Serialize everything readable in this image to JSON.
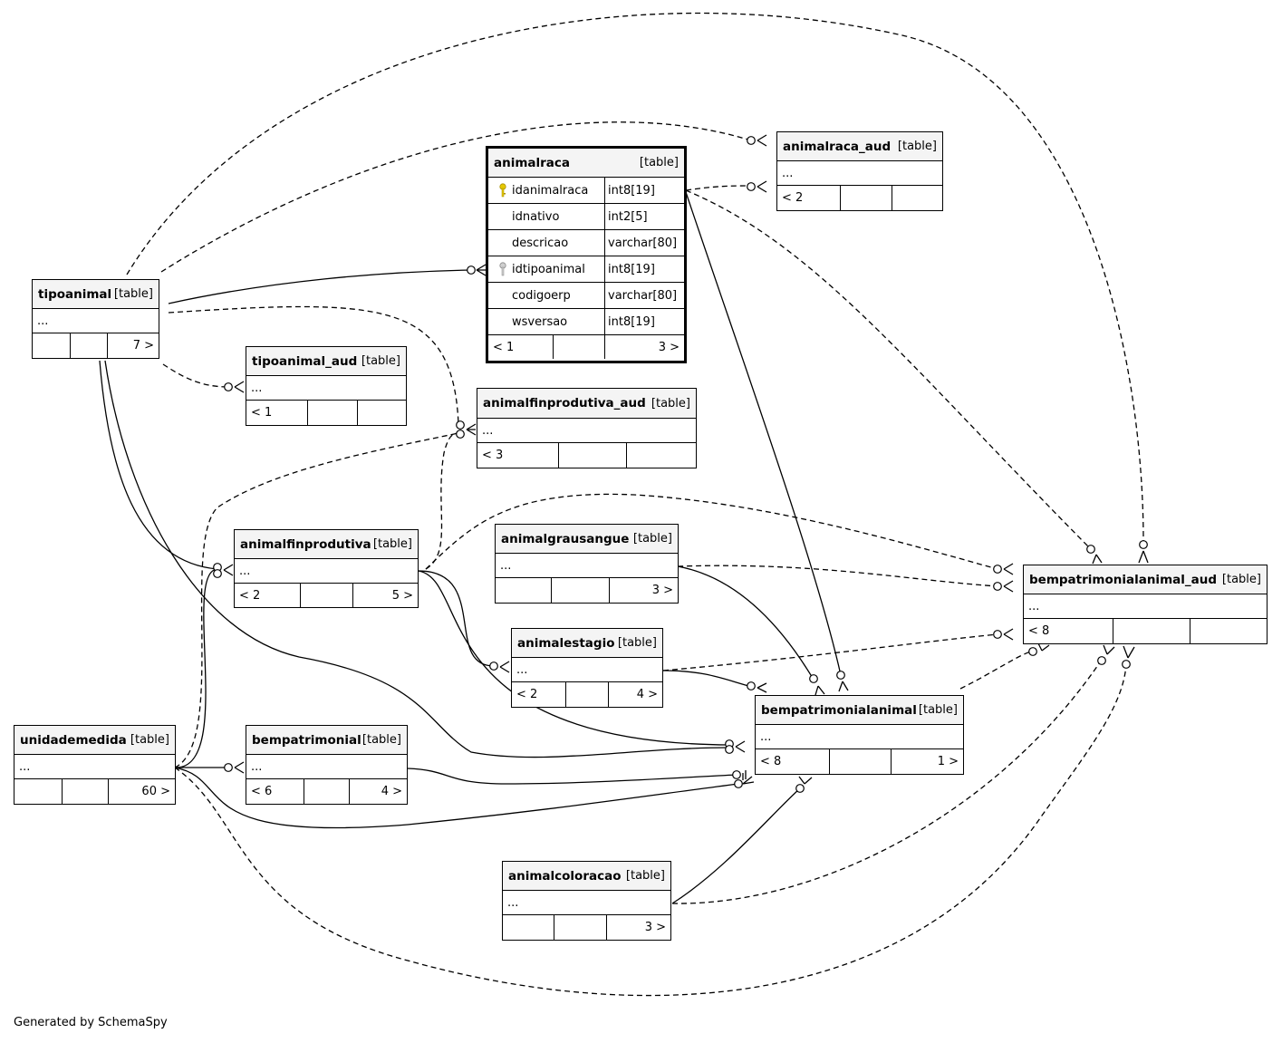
{
  "footer": "Generated by SchemaSpy",
  "tables": {
    "animalraca": {
      "name": "animalraca",
      "type": "[table]",
      "columns": [
        {
          "name": "idanimalraca",
          "type": "int8[19]",
          "icon": "primary-key-icon"
        },
        {
          "name": "idnativo",
          "type": "int2[5]",
          "icon": ""
        },
        {
          "name": "descricao",
          "type": "varchar[80]",
          "icon": ""
        },
        {
          "name": "idtipoanimal",
          "type": "int8[19]",
          "icon": "foreign-key-icon"
        },
        {
          "name": "codigoerp",
          "type": "varchar[80]",
          "icon": ""
        },
        {
          "name": "wsversao",
          "type": "int8[19]",
          "icon": ""
        }
      ],
      "foot": [
        "< 1",
        "",
        "3 >"
      ]
    },
    "animalraca_aud": {
      "name": "animalraca_aud",
      "type": "[table]",
      "ellipsis": "...",
      "foot": [
        "< 2",
        "",
        ""
      ]
    },
    "tipoanimal": {
      "name": "tipoanimal",
      "type": "[table]",
      "ellipsis": "...",
      "foot": [
        "",
        "",
        "7 >"
      ]
    },
    "tipoanimal_aud": {
      "name": "tipoanimal_aud",
      "type": "[table]",
      "ellipsis": "...",
      "foot": [
        "< 1",
        "",
        ""
      ]
    },
    "animalfinprodutiva_aud": {
      "name": "animalfinprodutiva_aud",
      "type": "[table]",
      "ellipsis": "...",
      "foot": [
        "< 3",
        "",
        ""
      ]
    },
    "animalfinprodutiva": {
      "name": "animalfinprodutiva",
      "type": "[table]",
      "ellipsis": "...",
      "foot": [
        "< 2",
        "",
        "5 >"
      ]
    },
    "animalgrausangue": {
      "name": "animalgrausangue",
      "type": "[table]",
      "ellipsis": "...",
      "foot": [
        "",
        "",
        "3 >"
      ]
    },
    "bempatrimonialanimal_aud": {
      "name": "bempatrimonialanimal_aud",
      "type": "[table]",
      "ellipsis": "...",
      "foot": [
        "< 8",
        "",
        ""
      ]
    },
    "animalestagio": {
      "name": "animalestagio",
      "type": "[table]",
      "ellipsis": "...",
      "foot": [
        "< 2",
        "",
        "4 >"
      ]
    },
    "bempatrimonialanimal": {
      "name": "bempatrimonialanimal",
      "type": "[table]",
      "ellipsis": "...",
      "foot": [
        "< 8",
        "",
        "1 >"
      ]
    },
    "unidademedida": {
      "name": "unidademedida",
      "type": "[table]",
      "ellipsis": "...",
      "foot": [
        "",
        "",
        "60 >"
      ]
    },
    "bempatrimonial": {
      "name": "bempatrimonial",
      "type": "[table]",
      "ellipsis": "...",
      "foot": [
        "< 6",
        "",
        "4 >"
      ]
    },
    "animalcoloracao": {
      "name": "animalcoloracao",
      "type": "[table]",
      "ellipsis": "...",
      "foot": [
        "",
        "",
        "3 >"
      ]
    }
  }
}
